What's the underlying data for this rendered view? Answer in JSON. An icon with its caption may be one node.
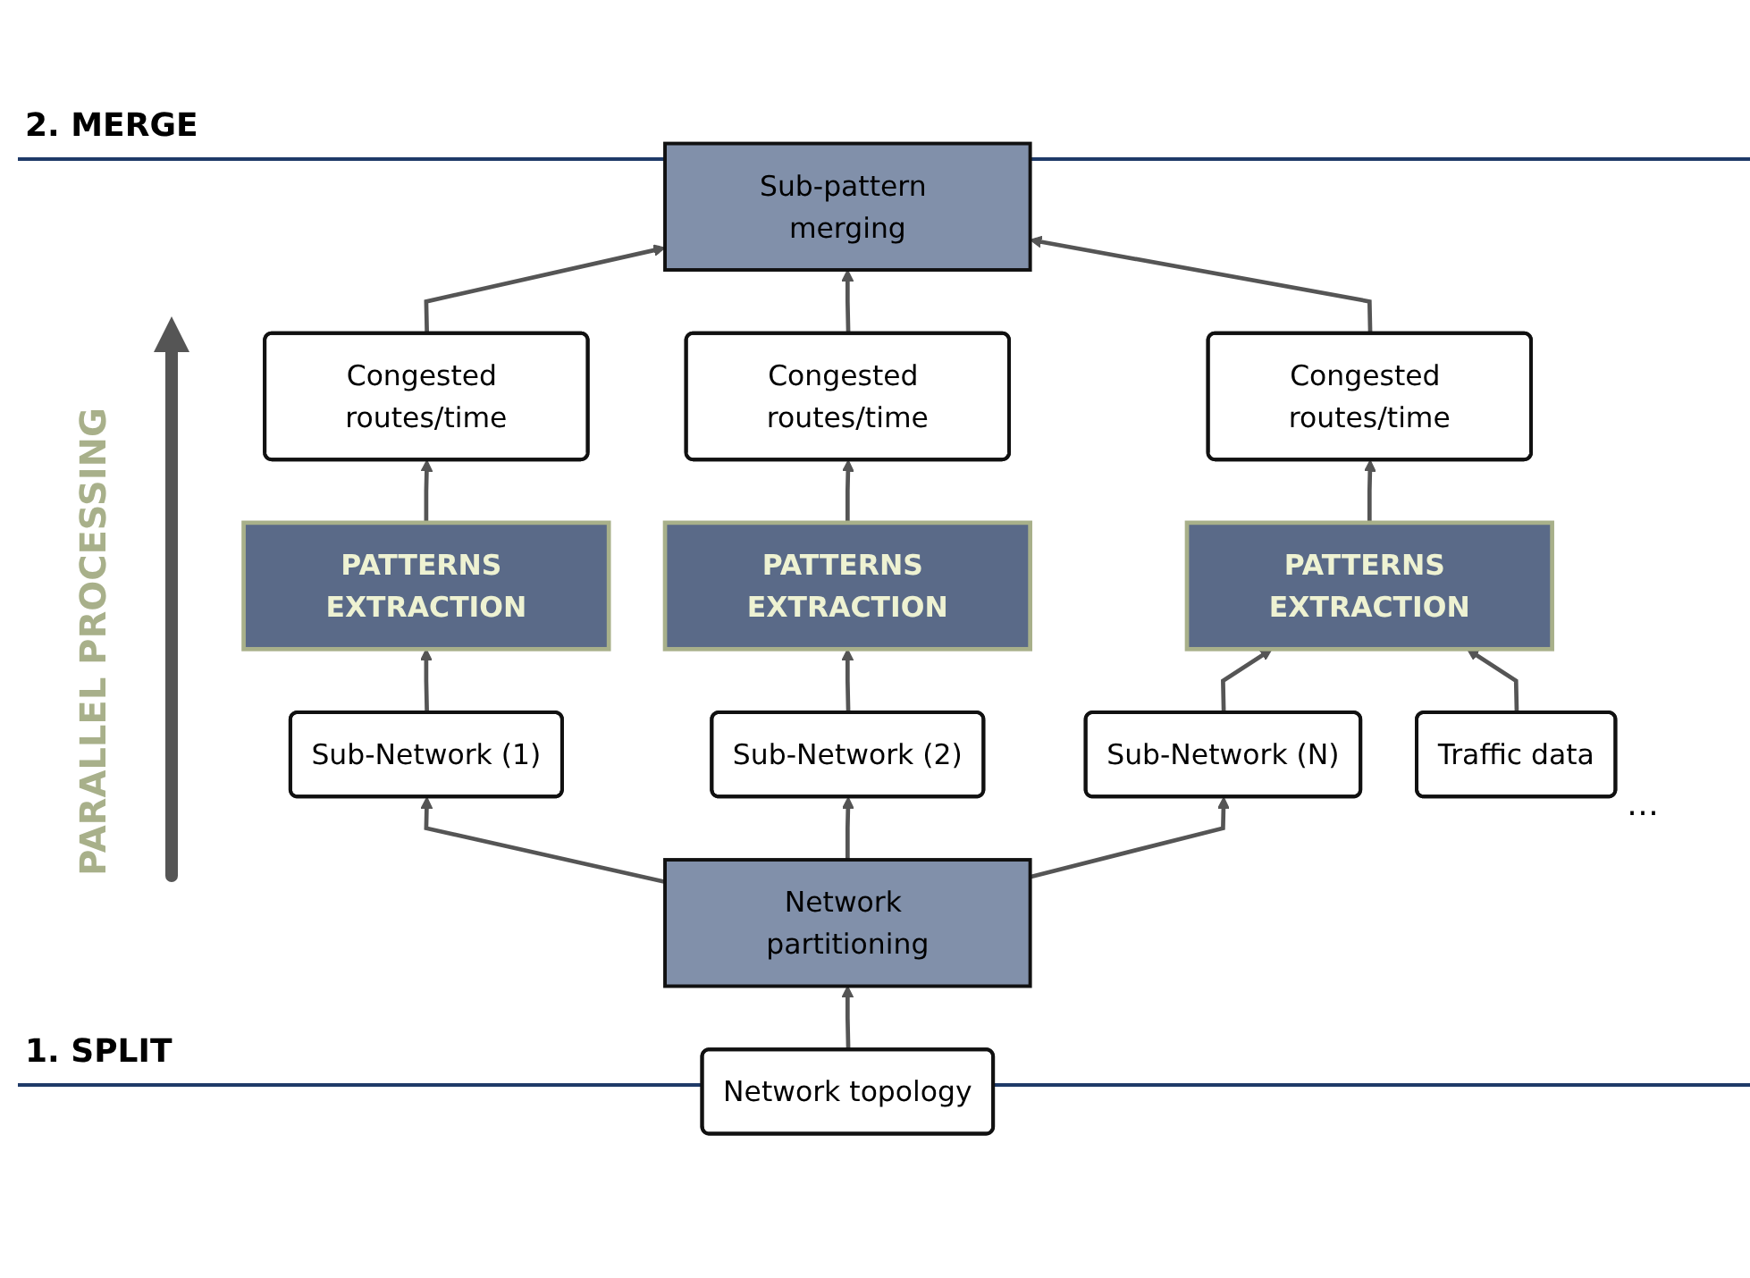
{
  "diagram": {
    "nodes": [
      {
        "text": [
          "Sub-pattern merging"
        ]
      },
      {
        "text": [
          "Congested routes/time"
        ]
      },
      {
        "text": [
          "Congested routes/time"
        ]
      },
      {
        "text": [
          "Congested routes/time"
        ]
      },
      {
        "text": [
          "PATTERNS EXTRACTION"
        ]
      },
      {
        "text": [
          "PATTERNS EXTRACTION"
        ]
      },
      {
        "text": [
          "PATTERNS EXTRACTION"
        ]
      },
      {
        "text": [
          "Sub-Network (1)"
        ]
      },
      {
        "text": [
          "Sub-Network (2)"
        ]
      },
      {
        "text": [
          "Sub-Network (N)"
        ]
      },
      {
        "text": [
          "Network partitioning"
        ]
      },
      {
        "text": [
          "Network topology"
        ]
      },
      {
        "text": [
          "Traffic data"
        ]
      }
    ],
    "edges": [
      {
        "from": 11,
        "to": 10,
        "arrow": "to"
      },
      {
        "from": 10,
        "to": 7,
        "arrow": "to"
      },
      {
        "from": 10,
        "to": 8,
        "arrow": "to"
      },
      {
        "from": 10,
        "to": 9,
        "arrow": "to"
      },
      {
        "from": 7,
        "to": 4,
        "arrow": "to"
      },
      {
        "from": 8,
        "to": 5,
        "arrow": "to"
      },
      {
        "from": 9,
        "to": 6,
        "arrow": "to"
      },
      {
        "from": 12,
        "to": 6,
        "arrow": "to"
      },
      {
        "from": 4,
        "to": 1,
        "arrow": "to"
      },
      {
        "from": 5,
        "to": 2,
        "arrow": "to"
      },
      {
        "from": 6,
        "to": 3,
        "arrow": "to"
      },
      {
        "from": 1,
        "to": 0,
        "arrow": "to"
      },
      {
        "from": 2,
        "to": 0,
        "arrow": "to"
      },
      {
        "from": 3,
        "to": 0,
        "arrow": "to"
      }
    ],
    "labels": [
      "2. MERGE",
      "PARALLEL PROCESSING",
      "…",
      "1. SPLIT"
    ]
  }
}
